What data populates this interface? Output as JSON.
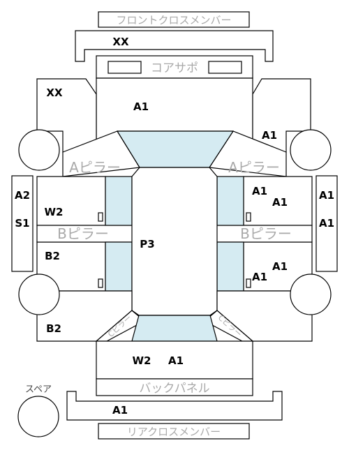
{
  "panels": {
    "front_cross_member": "フロントクロスメンバー",
    "core_support": "コアサポ",
    "a_pillar_left": "Aピラー",
    "a_pillar_right": "Aピラー",
    "b_pillar_left": "Bピラー",
    "b_pillar_right": "Bピラー",
    "c_pillar_left": "Cピラー",
    "c_pillar_right": "Cピラー",
    "back_panel": "バックパネル",
    "rear_cross_member": "リアクロスメンバー",
    "spare": "スペア"
  },
  "codes": {
    "front_member": "XX",
    "front_left_panel": "XX",
    "hood": "A1",
    "front_right_fender": "A1",
    "left_rocker_upper": "A2",
    "left_rocker_lower": "S1",
    "front_left_door": "W2",
    "rear_left_door": "B2",
    "rear_left_panel": "B2",
    "roof": "P3",
    "front_right_door_a": "A1",
    "front_right_door_b": "A1",
    "right_rocker_upper": "A1",
    "right_rocker_lower": "A1",
    "rear_right_door_a": "A1",
    "rear_right_door_b": "A1",
    "trunk_left": "W2",
    "trunk_right": "A1",
    "rear_member": "A1"
  }
}
